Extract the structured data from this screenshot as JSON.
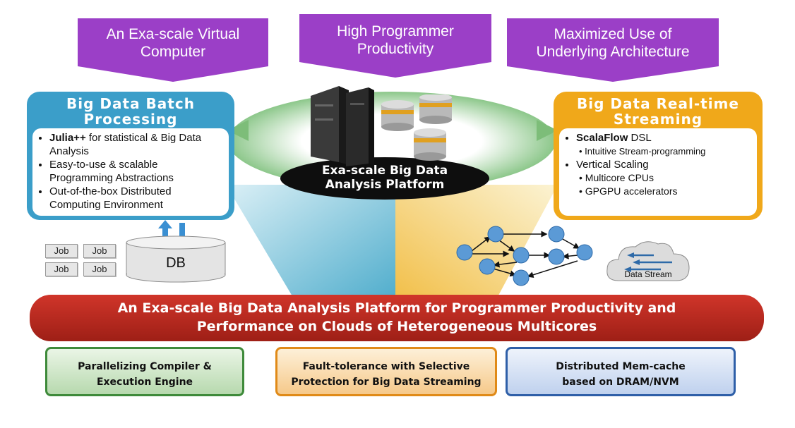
{
  "banners": {
    "left": {
      "line1": "An Exa-scale Virtual",
      "line2": "Computer"
    },
    "center": {
      "line1": "High Programmer",
      "line2": "Productivity"
    },
    "right": {
      "line1": "Maximized Use of",
      "line2": "Underlying Architecture"
    }
  },
  "batch": {
    "title_line1": "Big Data Batch",
    "title_line2": "Processing",
    "items": [
      {
        "bold": "Julia++",
        "text": " for statistical & Big Data Analysis"
      },
      {
        "bold": "",
        "text": "Easy-to-use & scalable Programming Abstractions"
      },
      {
        "bold": "",
        "text": "Out-of-the-box Distributed Computing Environment"
      }
    ],
    "jobs": [
      "Job",
      "Job",
      "Job",
      "Job"
    ],
    "db_label": "DB"
  },
  "center_platform": {
    "line1": "Exa-scale Big Data",
    "line2": "Analysis Platform"
  },
  "streaming": {
    "title_line1": "Big Data Real-time",
    "title_line2": "Streaming",
    "item1_bold": "ScalaFlow",
    "item1_text": " DSL",
    "sub1": "Intuitive Stream-programming",
    "item2": "Vertical Scaling",
    "sub2": "Multicore CPUs",
    "sub3": "GPGPU accelerators",
    "cloud_label": "Data Stream"
  },
  "main_banner": {
    "line1": "An Exa-scale Big Data Analysis Platform for Programmer Productivity and",
    "line2": "Performance on Clouds of Heterogeneous Multicores"
  },
  "bottom": {
    "box1": {
      "line1": "Parallelizing Compiler &",
      "line2": "Execution Engine"
    },
    "box2": {
      "line1": "Fault-tolerance with Selective",
      "line2": "Protection for Big Data Streaming"
    },
    "box3": {
      "line1": "Distributed Mem-cache",
      "line2": "based on DRAM/NVM"
    }
  },
  "colors": {
    "purple": "#9b3fc7",
    "blue_panel": "#3b9ec9",
    "orange_panel": "#f0a81a",
    "red_banner": "#b22a1f",
    "green_ellipse": "#9fd09a",
    "node_blue": "#5b9ad6"
  }
}
